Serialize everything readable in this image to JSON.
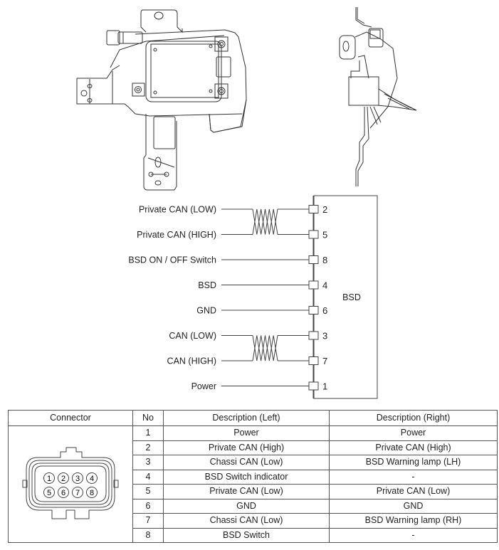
{
  "illustrations": {
    "front_view": "bsd-module-bracket-front-view",
    "side_view": "bsd-module-bracket-side-view"
  },
  "wiring": {
    "module_label": "BSD",
    "connections": [
      {
        "label": "Private CAN (LOW)",
        "pin": "2",
        "twisted_pair": "A"
      },
      {
        "label": "Private CAN (HIGH)",
        "pin": "5",
        "twisted_pair": "A"
      },
      {
        "label": "BSD ON / OFF Switch",
        "pin": "8",
        "twisted_pair": null
      },
      {
        "label": "BSD",
        "pin": "4",
        "twisted_pair": null
      },
      {
        "label": "GND",
        "pin": "6",
        "twisted_pair": null
      },
      {
        "label": "CAN (LOW)",
        "pin": "3",
        "twisted_pair": "B"
      },
      {
        "label": "CAN (HIGH)",
        "pin": "7",
        "twisted_pair": "B"
      },
      {
        "label": "Power",
        "pin": "1",
        "twisted_pair": null
      }
    ]
  },
  "table": {
    "headers": {
      "connector": "Connector",
      "no": "No",
      "left": "Description (Left)",
      "right": "Description (Right)"
    },
    "connector_pins_row1": [
      "1",
      "2",
      "3",
      "4"
    ],
    "connector_pins_row2": [
      "5",
      "6",
      "7",
      "8"
    ],
    "rows": [
      {
        "no": "1",
        "left": "Power",
        "right": "Power"
      },
      {
        "no": "2",
        "left": "Private CAN (High)",
        "right": "Private CAN (High)"
      },
      {
        "no": "3",
        "left": "Chassi CAN (Low)",
        "right": "BSD Warning lamp (LH)"
      },
      {
        "no": "4",
        "left": "BSD Switch indicator",
        "right": "-"
      },
      {
        "no": "5",
        "left": "Private CAN (Low)",
        "right": "Private CAN (Low)"
      },
      {
        "no": "6",
        "left": "GND",
        "right": "GND"
      },
      {
        "no": "7",
        "left": "Chassi CAN (Low)",
        "right": "BSD Warning lamp (RH)"
      },
      {
        "no": "8",
        "left": "BSD Switch",
        "right": "-"
      }
    ]
  }
}
